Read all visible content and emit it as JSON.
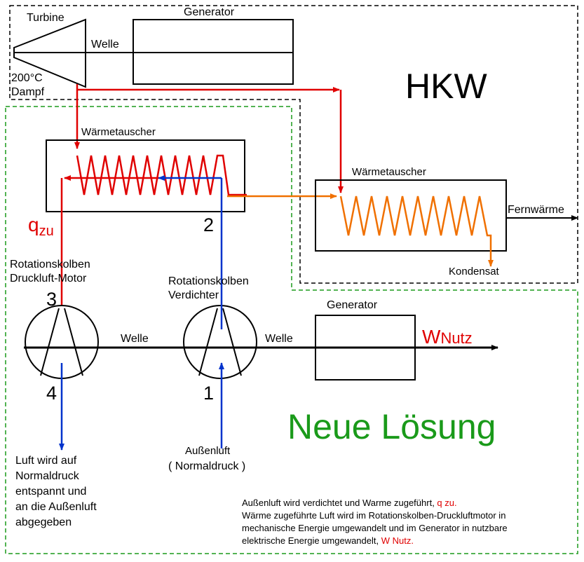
{
  "colors": {
    "black": "#000000",
    "heat_red": "#e00000",
    "air_blue": "#0033cc",
    "district_orange": "#f07000",
    "new_solution_green": "#1a9a1a"
  },
  "hkw": {
    "title": "HKW",
    "turbine_label": "Turbine",
    "steam_label_line1": "200°C",
    "steam_label_line2": "Dampf",
    "shaft_label": "Welle",
    "generator_label": "Generator",
    "heat_exchanger_label": "Wärmetauscher",
    "district_heat_label": "Fernwärme",
    "condensate_label": "Kondensat"
  },
  "new_solution": {
    "title": "Neue Lösung",
    "heat_exchanger_label": "Wärmetauscher",
    "q_in_symbol": "q",
    "q_in_subscript": "zu",
    "point_1": "1",
    "point_2": "2",
    "point_3": "3",
    "point_4": "4",
    "motor_label_line1": "Rotationskolben",
    "motor_label_line2": "Druckluft-Motor",
    "compressor_label_line1": "Rotationskolben",
    "compressor_label_line2": "Verdichter",
    "shaft_label_1": "Welle",
    "shaft_label_2": "Welle",
    "generator_label": "Generator",
    "w_symbol": "W",
    "w_subscript": "Nutz",
    "outside_air_line1": "Außenluft",
    "outside_air_line2": "( Normaldruck )",
    "exhaust_line1": "Luft wird auf",
    "exhaust_line2": "Normaldruck",
    "exhaust_line3": "entspannt und",
    "exhaust_line4": "an die Außenluft",
    "exhaust_line5": "abgegeben"
  },
  "caption": {
    "line1_text": "Außenluft wird verdichtet und Warme zugeführt, ",
    "line1_highlight": "q zu.",
    "line2_text": "Wärme zugeführte Luft wird im Rotationskolben-Druckluftmotor  in",
    "line3_text": "mechanische Energie umgewandelt und im Generator in nutzbare",
    "line4_text": "elektrische Energie umgewandelt, ",
    "line4_highlight": "W Nutz."
  }
}
